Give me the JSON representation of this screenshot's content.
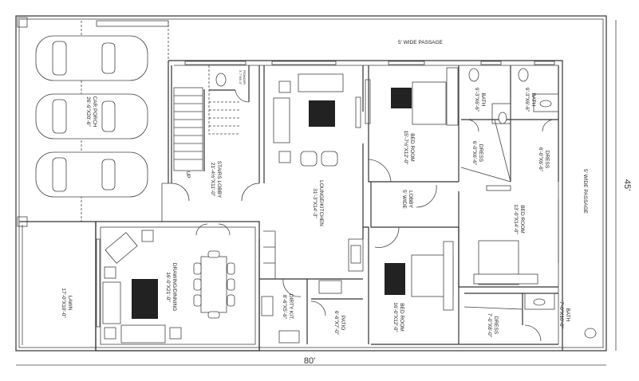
{
  "plan": {
    "width_label": "80'",
    "depth_label": "45'",
    "passages": {
      "top": "5' WIDE PASSAGE",
      "right": "5' WIDE PASSAGE"
    },
    "rooms": {
      "car_porch": {
        "name": "CAR PORCH",
        "size": "26'-9\"X20'-6\""
      },
      "lawn": {
        "name": "LAWN",
        "size": "17'-0\"X10'-0\""
      },
      "drawing": {
        "name": "DRAWING/DINNING",
        "size": "16'-0\"X21'-0\""
      },
      "stairs": {
        "name": "STAIRS LOBBY",
        "size": "21'-4½\"X11'-0\"",
        "up": "UP"
      },
      "powder": {
        "name": "POWDER",
        "size": "3'-7\"X6'-0\""
      },
      "lounge": {
        "name": "LOUNGE/KITCHEN",
        "size": "31'-3\"X14'-3\""
      },
      "dirty_kit": {
        "name": "DIRTY KIT.",
        "size": "8'-6\"X5'-6\""
      },
      "patio": {
        "name": "PATIO",
        "size": "6'-6\"X7'-0\""
      },
      "bed1": {
        "name": "BED ROOM",
        "size": "15'-7½\"X12'-0\""
      },
      "bath1": {
        "name": "BATH",
        "size": "9'-3\"X6'-6\""
      },
      "dress1": {
        "name": "DRESS",
        "size": "6'-0\"X6'-6\""
      },
      "bath2": {
        "name": "BATH",
        "size": "9'-3\"X6'-6\""
      },
      "dress2": {
        "name": "DRESS",
        "size": "6'-0\"X6'-6\""
      },
      "lobby": {
        "name": "LOBBY",
        "size": "5' WIDE"
      },
      "bed3": {
        "name": "BED ROOM",
        "size": "13'-0\"X14'-0\""
      },
      "bed2": {
        "name": "BED ROOM",
        "size": "16'-0\"X12'-0\""
      },
      "dress3": {
        "name": "DRESS",
        "size": "7'-0\"X8'-0\""
      },
      "bath3": {
        "name": "BATH",
        "size": "7'-0\"X10'-0\""
      }
    }
  }
}
